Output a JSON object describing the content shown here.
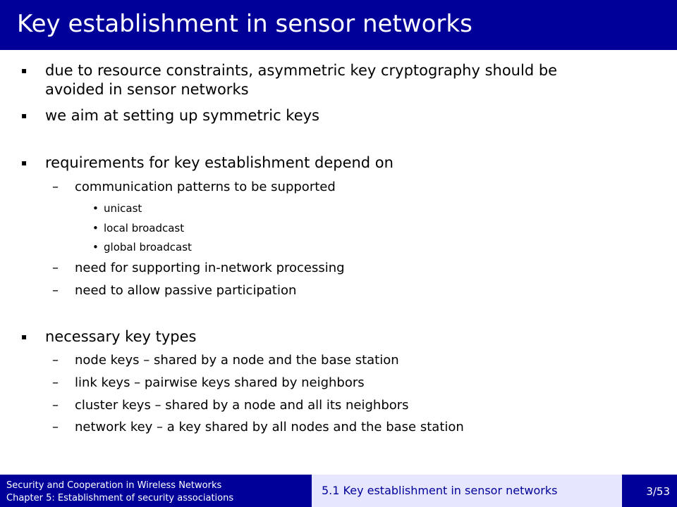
{
  "slide": {
    "title": "Key establishment in sensor networks",
    "bullets": [
      {
        "marker": "▪",
        "text": "due to resource constraints, asymmetric key cryptography should be"
      },
      {
        "marker": "",
        "text": "avoided in sensor networks"
      },
      {
        "marker": "▪",
        "text": "we aim at setting up symmetric keys"
      },
      {
        "marker": "▪",
        "text": "requirements for key establishment depend on"
      },
      {
        "marker": "–",
        "text": "communication patterns to be supported"
      },
      {
        "marker": "•",
        "text": "unicast"
      },
      {
        "marker": "•",
        "text": "local broadcast"
      },
      {
        "marker": "•",
        "text": "global broadcast"
      },
      {
        "marker": "–",
        "text": "need for supporting in-network processing"
      },
      {
        "marker": "–",
        "text": "need to allow passive participation"
      },
      {
        "marker": "▪",
        "text": "necessary key types"
      },
      {
        "marker": "–",
        "text": "node keys – shared by a node and the base station"
      },
      {
        "marker": "–",
        "text": "link keys – pairwise keys shared by neighbors"
      },
      {
        "marker": "–",
        "text": "cluster keys – shared by a node and all its neighbors"
      },
      {
        "marker": "–",
        "text": "network key – a key shared by all nodes and the base station"
      }
    ]
  },
  "footer": {
    "course": "Security and Cooperation in Wireless Networks",
    "chapter": "Chapter 5: Establishment of security associations",
    "section": "5.1 Key establishment in sensor networks",
    "page": "3/53"
  },
  "colors": {
    "title_bar": "#000099",
    "footer_dark": "#000099",
    "footer_light": "#e6e6ff",
    "title_text": "#ffffff"
  }
}
